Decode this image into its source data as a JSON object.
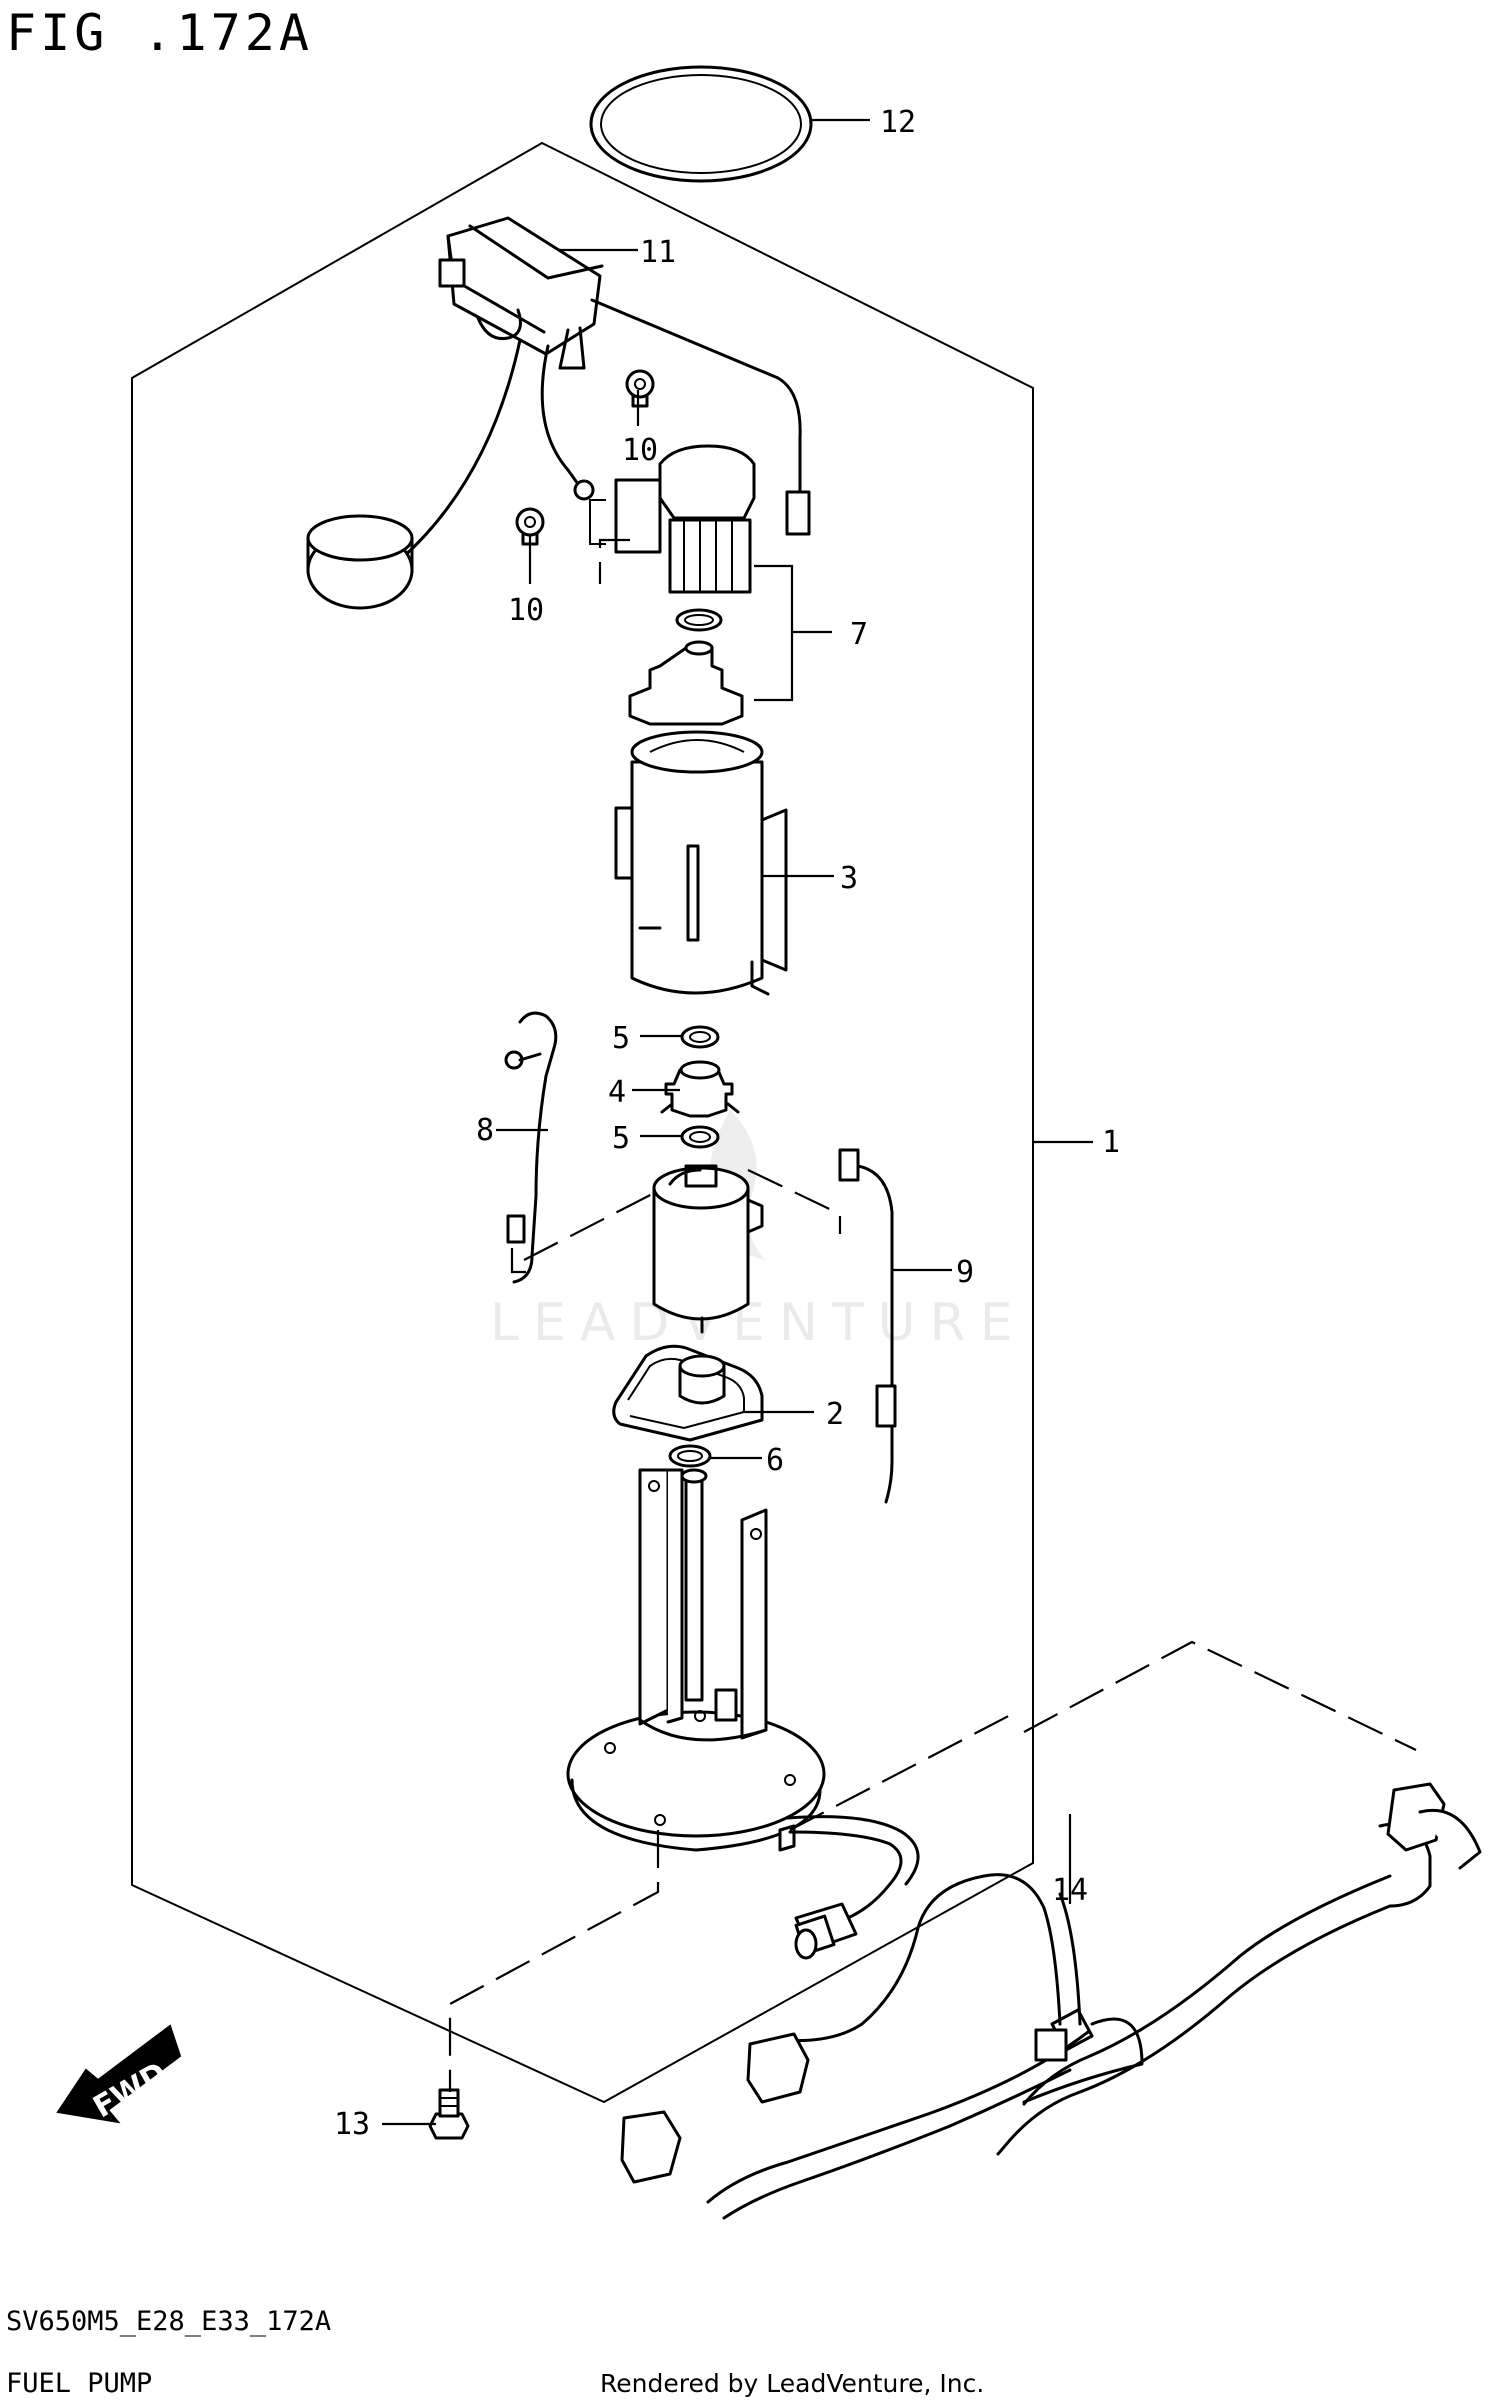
{
  "figure": {
    "title": "FIG .172A",
    "diagram_code": "SV650M5_E28_E33_172A",
    "section_name": "FUEL PUMP",
    "rendered_by": "Rendered by LeadVenture, Inc.",
    "watermark": "LEADVENTURE",
    "direction_label": "FWD"
  },
  "callouts": [
    {
      "id": "12",
      "label": "12"
    },
    {
      "id": "11",
      "label": "11"
    },
    {
      "id": "10a",
      "label": "10"
    },
    {
      "id": "10b",
      "label": "10"
    },
    {
      "id": "7",
      "label": "7"
    },
    {
      "id": "3",
      "label": "3"
    },
    {
      "id": "5a",
      "label": "5"
    },
    {
      "id": "4",
      "label": "4"
    },
    {
      "id": "5b",
      "label": "5"
    },
    {
      "id": "8",
      "label": "8"
    },
    {
      "id": "1",
      "label": "1"
    },
    {
      "id": "9",
      "label": "9"
    },
    {
      "id": "2",
      "label": "2"
    },
    {
      "id": "6",
      "label": "6"
    },
    {
      "id": "14",
      "label": "14"
    },
    {
      "id": "13",
      "label": "13"
    }
  ]
}
